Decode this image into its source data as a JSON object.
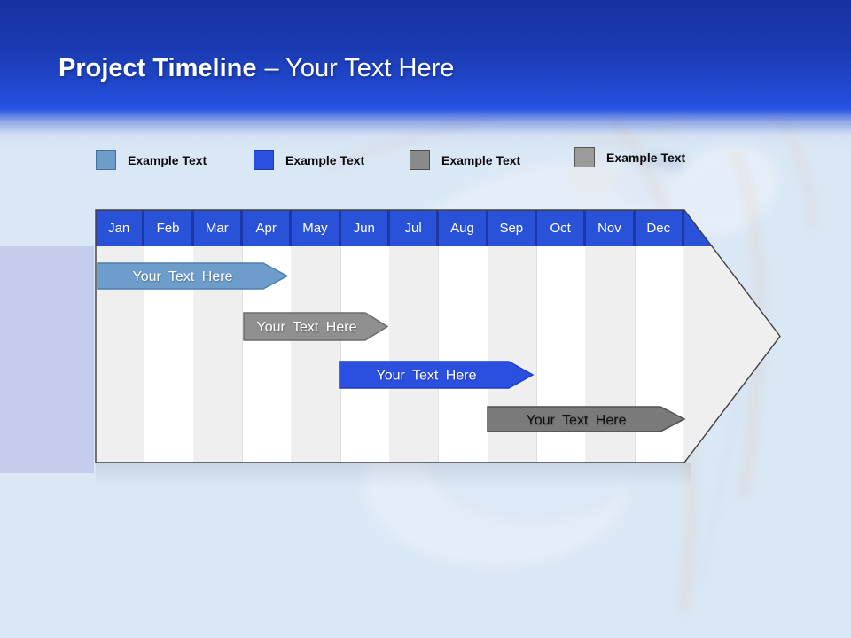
{
  "slide": {
    "title_bold": "Project Timeline",
    "title_light": "– Your Text Here"
  },
  "legend": {
    "items": [
      {
        "label": "Example Text",
        "color": "#6D9DCB",
        "border": "#41719C"
      },
      {
        "label": "Example Text",
        "color": "#2B50E0",
        "border": "#1F3BB0"
      },
      {
        "label": "Example Text",
        "color": "#8A8A8A",
        "border": "#4D4D4D"
      },
      {
        "label": "Example Text",
        "color": "#9B9B9B",
        "border": "#565656"
      }
    ]
  },
  "timeline": {
    "header_bg": "#2A52D8",
    "months": [
      "Jan",
      "Feb",
      "Mar",
      "Apr",
      "May",
      "Jun",
      "Jul",
      "Aug",
      "Sep",
      "Oct",
      "Nov",
      "Dec"
    ],
    "bars": [
      {
        "label": "Your Text Here",
        "fill": "#6D9DCB",
        "stroke": "#4E7FAE",
        "text_color": "#FFFFFF",
        "span_from": "Jan",
        "span_to": "Apr"
      },
      {
        "label": "Your Text Here",
        "fill": "#909090",
        "stroke": "#6B6B6B",
        "text_color": "#FFFFFF",
        "span_from": "Apr",
        "span_to": "Jun"
      },
      {
        "label": "Your Text Here",
        "fill": "#2B50E0",
        "stroke": "#1E3FBA",
        "text_color": "#FFFFFF",
        "span_from": "Jun",
        "span_to": "Sep"
      },
      {
        "label": "Your Text Here",
        "fill": "#7A7A7A",
        "stroke": "#4F4F4F",
        "text_color": "#111111",
        "span_from": "Sep",
        "span_to": "Dec"
      }
    ]
  },
  "colors": {
    "header_gradient_top": "#1731A0",
    "header_gradient_blue": "#2452E2",
    "page_bg": "#DAE7F5",
    "side_band": "#C6CCEB",
    "stripe_gray": "#EFEFEF",
    "stripe_white": "#FFFFFF",
    "outline": "#3F3F3F"
  }
}
